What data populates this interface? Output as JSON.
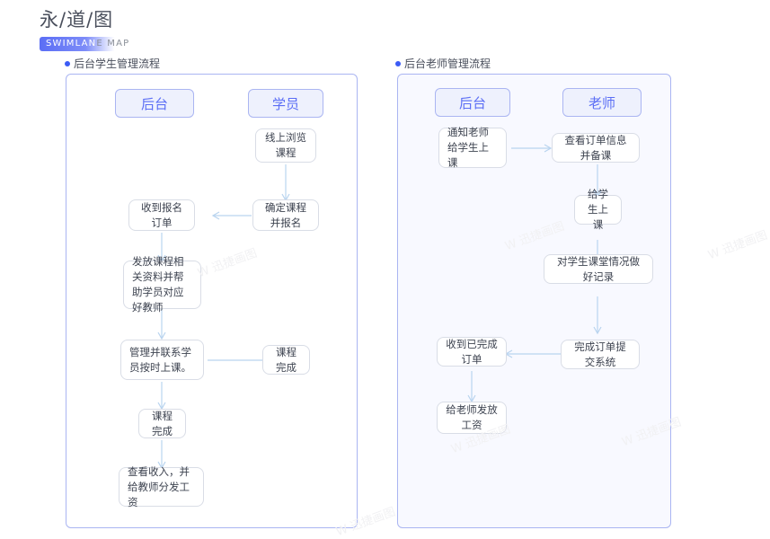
{
  "brand": {
    "title": "永/道/图",
    "badge_main": "SWIMLAN",
    "badge_tail": "E MAP"
  },
  "sections": {
    "left": {
      "caption": "后台学生管理流程"
    },
    "right": {
      "caption": "后台老师管理流程"
    }
  },
  "colors": {
    "panel_border": "#aab5f2",
    "panel_right_fill": "#f8f9ff",
    "chip_fill": "#eef1fd",
    "chip_text": "#5b6ef5",
    "node_border": "#d9dde6",
    "connector": "#b9d4ef",
    "caption_dot": "#3b5bf5",
    "badge_gradient_start": "#5b6ef5"
  },
  "left_flow": {
    "lanes": [
      {
        "label": "后台"
      },
      {
        "label": "学员"
      }
    ],
    "nodes": [
      {
        "id": "l1",
        "label": "线上浏览课程"
      },
      {
        "id": "l2",
        "label": "确定课程并报名"
      },
      {
        "id": "l3",
        "label": "收到报名订单"
      },
      {
        "id": "l4",
        "label": "发放课程相关资料并帮助学员对应好教师"
      },
      {
        "id": "l5",
        "label": "管理并联系学员按时上课。"
      },
      {
        "id": "l6",
        "label": "课程完成"
      },
      {
        "id": "l7",
        "label": "课程完成"
      },
      {
        "id": "l8",
        "label": "查看收入，并给教师分发工资"
      }
    ]
  },
  "right_flow": {
    "lanes": [
      {
        "label": "后台"
      },
      {
        "label": "老师"
      }
    ],
    "nodes": [
      {
        "id": "r1",
        "label": "通知老师给学生上课"
      },
      {
        "id": "r2",
        "label": "查看订单信息并备课"
      },
      {
        "id": "r3",
        "label": "给学生上课"
      },
      {
        "id": "r4",
        "label": "对学生课堂情况做好记录"
      },
      {
        "id": "r5",
        "label": "完成订单提交系统"
      },
      {
        "id": "r6",
        "label": "收到已完成订单"
      },
      {
        "id": "r7",
        "label": "给老师发放工资"
      }
    ]
  },
  "watermarks": [
    {
      "text": "W 迅捷画图"
    },
    {
      "text": "W 迅捷画图"
    },
    {
      "text": "W 迅捷画图"
    },
    {
      "text": "W 迅捷画图"
    },
    {
      "text": "W 迅捷画图"
    },
    {
      "text": "W 迅捷画图"
    }
  ]
}
